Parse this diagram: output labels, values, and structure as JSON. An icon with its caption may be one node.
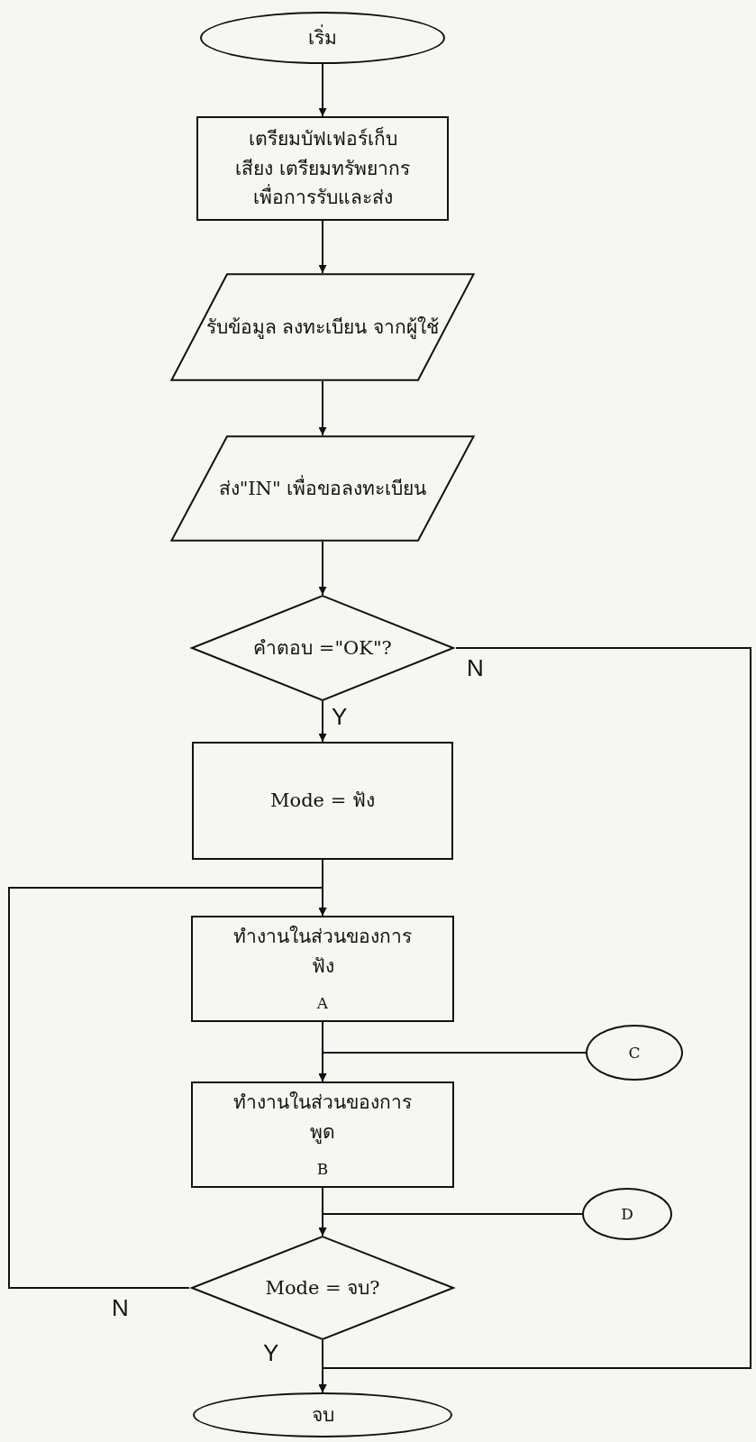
{
  "diagram": {
    "nodes": [
      {
        "text": [
          "เริ่ม"
        ]
      },
      {
        "text": [
          "เตรียมบัฟเฟอร์เก็บเสียง เตรียมทรัพยากร เพื่อการรับและส่ง"
        ]
      },
      {
        "text": [
          "รับข้อมูล ลงทะเบียน จากผู้ใช้"
        ]
      },
      {
        "text": [
          "ส่ง\"IN\" เพื่อขอลงทะเบียน"
        ]
      },
      {
        "text": [
          "คำตอบ =\"OK\"?"
        ]
      },
      {
        "text": [
          "Mode = ฟัง"
        ]
      },
      {
        "text": [
          "ทำงานในส่วนของการฟัง",
          "A"
        ]
      },
      {
        "text": [
          "C"
        ]
      },
      {
        "text": [
          "ทำงานในส่วนของการพูด",
          "B"
        ]
      },
      {
        "text": [
          "D"
        ]
      },
      {
        "text": [
          "Mode = จบ?"
        ]
      },
      {
        "text": [
          "จบ"
        ]
      }
    ],
    "edges": [
      {
        "from": 0,
        "to": 1,
        "arrow": "to"
      },
      {
        "from": 1,
        "to": 2,
        "arrow": "to"
      },
      {
        "from": 2,
        "to": 3,
        "arrow": "to"
      },
      {
        "from": 3,
        "to": 4,
        "arrow": "to"
      },
      {
        "from": 4,
        "to": 5,
        "arrow": "to",
        "label": "Y"
      },
      {
        "from": 5,
        "to": 6,
        "arrow": "to"
      },
      {
        "from": 6,
        "to": 8,
        "arrow": "to"
      },
      {
        "from": 7,
        "to": 8,
        "arrow": "to"
      },
      {
        "from": 8,
        "to": 10,
        "arrow": "to"
      },
      {
        "from": 9,
        "to": 10,
        "arrow": "to"
      },
      {
        "from": 10,
        "to": 6,
        "arrow": "to",
        "label": "N"
      },
      {
        "from": 10,
        "to": 11,
        "arrow": "to",
        "label": "Y"
      },
      {
        "from": 4,
        "to": 11,
        "arrow": "to",
        "label": "N"
      }
    ]
  }
}
